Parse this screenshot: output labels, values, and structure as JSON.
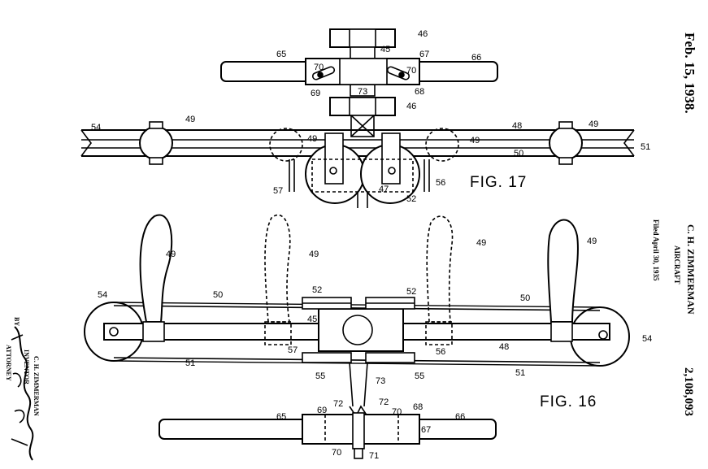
{
  "figures": {
    "fig17": "FIG. 17",
    "fig16": "FIG. 16"
  },
  "header": {
    "date": "Feb. 15, 1938.",
    "inventor_name": "C. H. ZIMMERMAN",
    "title": "AIRCRAFT",
    "filed": "Filed April 30, 1935",
    "patent_number": "2,108,093"
  },
  "inventor_block": {
    "inventor_label": "INVENTOR",
    "by_label": "BY",
    "inventor_name": "C. H. ZIMMERMAN",
    "attorney_label": "ATTORNEY"
  },
  "fig17_labels": {
    "n46a": "46",
    "n45": "45",
    "n65": "65",
    "n66": "66",
    "n67": "67",
    "n70a": "70",
    "n70b": "70",
    "n69": "69",
    "n73": "73",
    "n68": "68",
    "n46b": "46",
    "n54": "54",
    "n49a": "49",
    "n49b": "49",
    "n48": "48",
    "n49c": "49",
    "n49d": "49",
    "n50": "50",
    "n51": "51",
    "n57": "57",
    "n47": "47",
    "n52": "52",
    "n56": "56"
  },
  "fig16_labels": {
    "n49a": "49",
    "n49b": "49",
    "n49c": "49",
    "n49d": "49",
    "n54a": "54",
    "n50a": "50",
    "n52a": "52",
    "n52b": "52",
    "n50b": "50",
    "n45": "45",
    "n57": "57",
    "n56": "56",
    "n48": "48",
    "n54b": "54",
    "n51a": "51",
    "n55a": "55",
    "n73": "73",
    "n55b": "55",
    "n51b": "51",
    "n72a": "72",
    "n72b": "72",
    "n65": "65",
    "n69": "69",
    "n70a": "70",
    "n68": "68",
    "n66": "66",
    "n67": "67",
    "n70b": "70",
    "n71": "71"
  }
}
